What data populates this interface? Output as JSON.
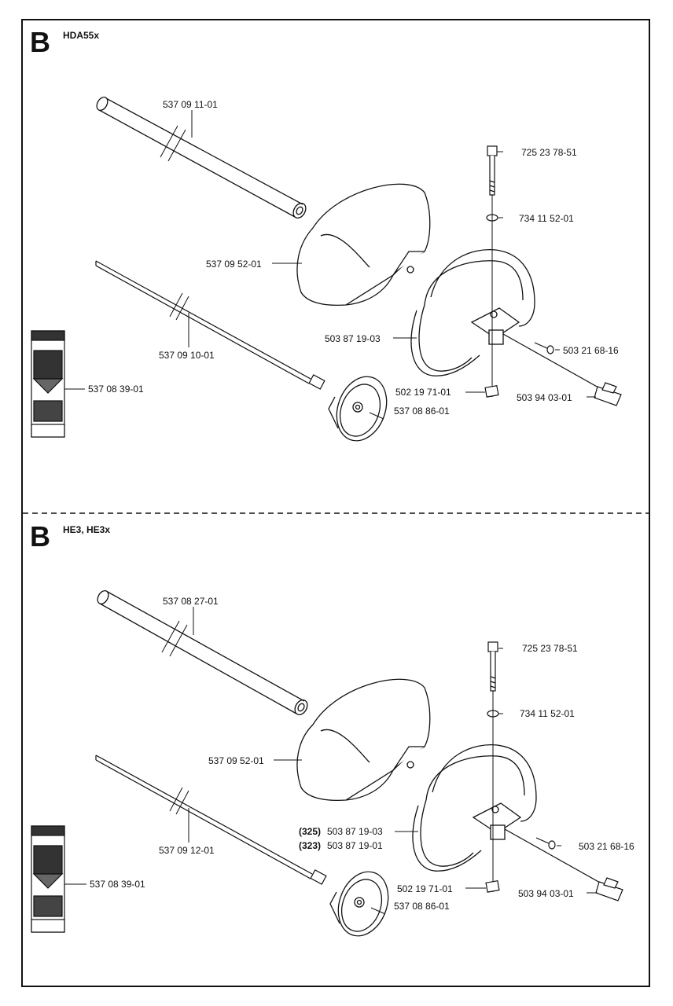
{
  "sections": [
    {
      "letter": "B",
      "model": "HDA55x",
      "parts": {
        "tube": "537 09 11-01",
        "shaft": "537 09 10-01",
        "guard": "537 09 52-01",
        "decal": "537 08 39-01",
        "bearing_cup": "537 08 86-01",
        "bolt": "725 23 78-51",
        "washer": "734 11 52-01",
        "handle": "503 87 19-03",
        "screw": "503 21 68-16",
        "nut": "502 19 71-01",
        "clip": "503 94 03-01"
      }
    },
    {
      "letter": "B",
      "model": "HE3, HE3x",
      "parts": {
        "tube": "537 08 27-01",
        "shaft": "537 09 12-01",
        "guard": "537 09 52-01",
        "decal": "537 08 39-01",
        "bearing_cup": "537 08 86-01",
        "bolt": "725 23 78-51",
        "washer": "734 11 52-01",
        "handle_a_prefix": "(325)",
        "handle_a": "503 87 19-03",
        "handle_b_prefix": "(323)",
        "handle_b": "503 87 19-01",
        "screw": "503 21 68-16",
        "nut": "502 19 71-01",
        "clip": "503 94 03-01"
      }
    }
  ]
}
